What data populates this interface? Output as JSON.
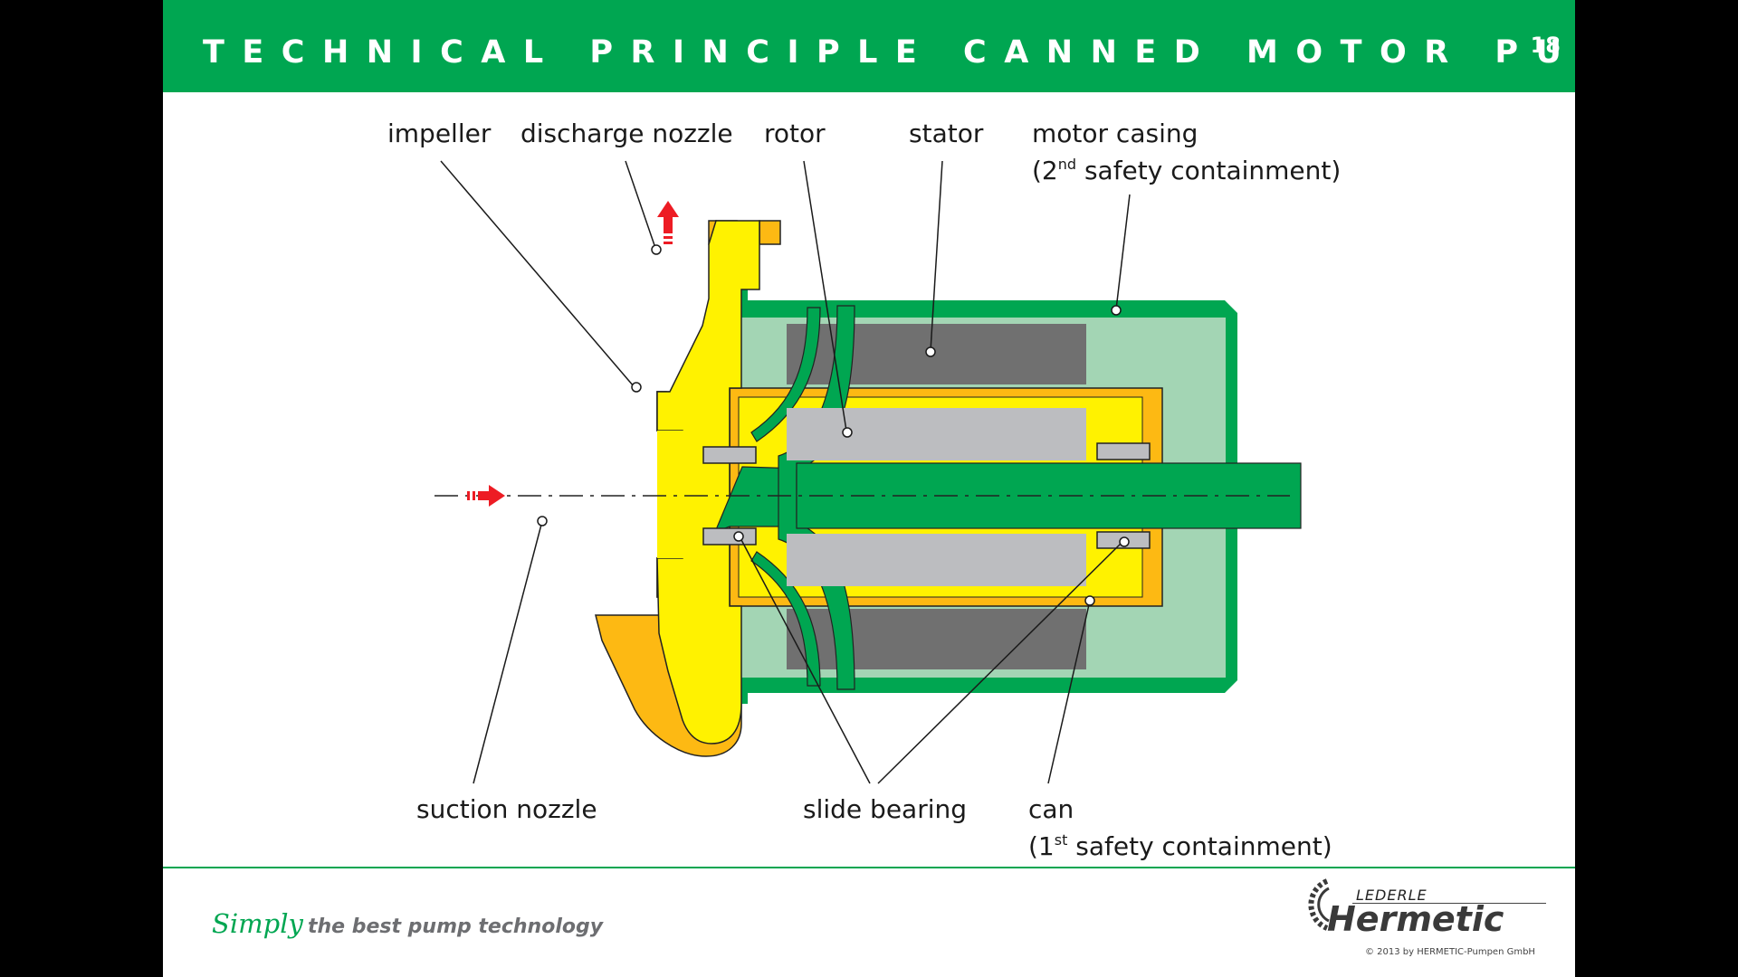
{
  "slide": {
    "title": "TECHNICAL PRINCIPLE CANNED MOTOR PUMP",
    "page_number": "18"
  },
  "labels": {
    "impeller": "impeller",
    "discharge_nozzle": "discharge nozzle",
    "rotor": "rotor",
    "stator": "stator",
    "motor_casing": "motor casing",
    "motor_casing_sub_pre": "(2",
    "motor_casing_sub_sup": "nd",
    "motor_casing_sub_post": " safety containment)",
    "suction_nozzle": "suction nozzle",
    "slide_bearing": "slide bearing",
    "can": "can",
    "can_sub_pre": "(1",
    "can_sub_sup": "st",
    "can_sub_post": " safety containment)"
  },
  "footer": {
    "tagline_simply": "Simply",
    "tagline_rest": "the best pump technology",
    "brand_small": "LEDERLE",
    "brand_big": "Hermetic",
    "copyright": "© 2013 by HERMETIC-Pumpen GmbH"
  },
  "colors": {
    "brand_green": "#00a651",
    "pump_orange": "#fdb913",
    "fluid_yellow": "#fff200",
    "motor_light_green": "#a3d5b4",
    "stator_dark_gray": "#707070",
    "rotor_light_gray": "#bcbdc0",
    "flow_arrow_red": "#ed1c24"
  }
}
